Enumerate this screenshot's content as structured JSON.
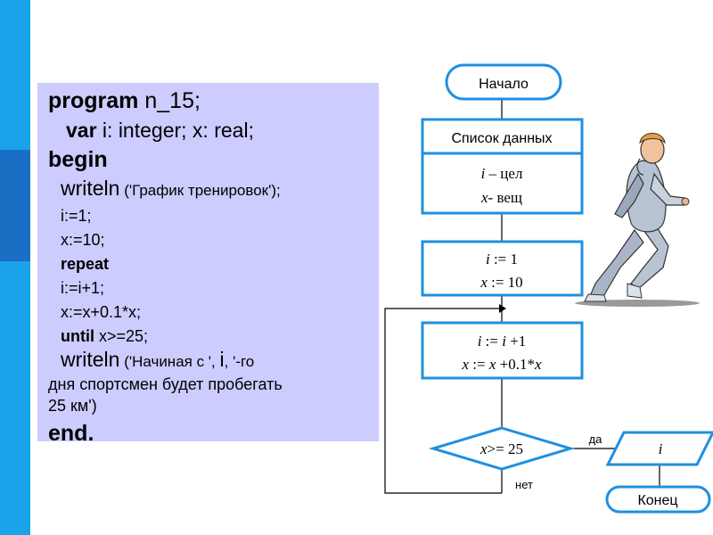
{
  "colors": {
    "sidebar": "#1aa3e8",
    "sidebar_band": "#1a6fc4",
    "code_bg": "#ccccff",
    "flow_stroke": "#1e90e0"
  },
  "code": {
    "l1_kw": "program",
    "l1_rest": " n_15;",
    "l2_kw": "var",
    "l2_rest": " i: integer; x: real;",
    "l3_kw": "begin",
    "l4_kw": "writeln",
    "l4_rest": " ('График тренировок');",
    "l5": "i:=1;",
    "l6": "x:=10;",
    "l7_kw": "repeat",
    "l8": "i:=i+1;",
    "l9": "x:=x+0.1*x;",
    "l10_kw": "until",
    "l10_rest": " x>=25;",
    "l11_kw": "writeln",
    "l11_a": " ('Начиная с ', ",
    "l11_i": "i",
    "l11_b": ", '-го",
    "l12": "дня спортсмен будет пробегать",
    "l13": "25 км')",
    "l14_kw": "end."
  },
  "flow": {
    "start": "Начало",
    "data_header": "Список данных",
    "data_line1_var": "i",
    "data_line1_rest": " – цел",
    "data_line2_var": "x",
    "data_line2_rest": "- вещ",
    "init_line1_var": "i",
    "init_line1_rest": " := 1",
    "init_line2_var": "x",
    "init_line2_rest": " := 10",
    "loop_line1_a": "i",
    "loop_line1_b": " := ",
    "loop_line1_c": "i",
    "loop_line1_d": " +1",
    "loop_line2_a": "x",
    "loop_line2_b": " := ",
    "loop_line2_c": "x",
    "loop_line2_d": " +0.1*",
    "loop_line2_e": "x",
    "cond_var": "x",
    "cond_rest": ">= 25",
    "yes": "да",
    "no": "нет",
    "output_var": "i",
    "end": "Конец"
  }
}
